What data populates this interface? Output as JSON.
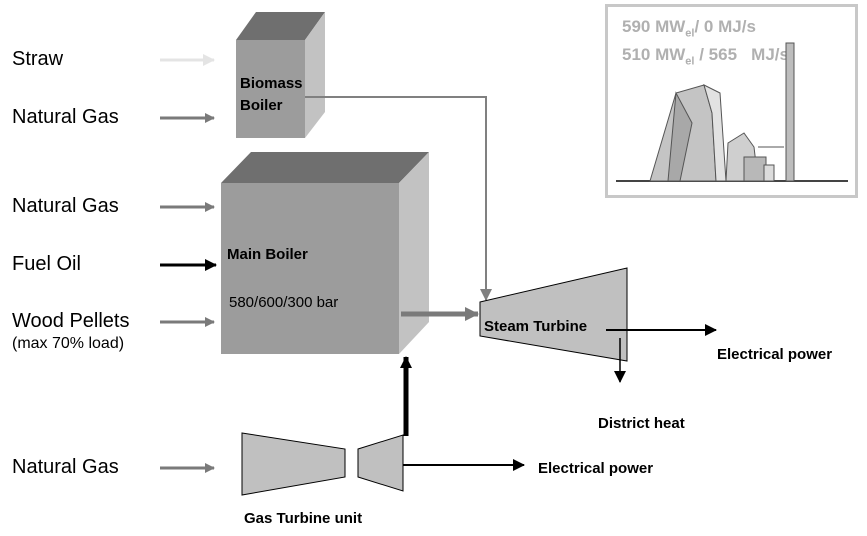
{
  "inputs": {
    "straw": "Straw",
    "natural_gas_biomass": "Natural Gas",
    "natural_gas_main": "Natural Gas",
    "fuel_oil": "Fuel Oil",
    "wood_pellets": "Wood Pellets",
    "wood_pellets_note": "(max 70% load)",
    "natural_gas_gt": "Natural Gas"
  },
  "biomass_boiler": {
    "line1": "Biomass",
    "line2": "Boiler"
  },
  "main_boiler": {
    "title": "Main Boiler",
    "spec": "580/600/300 bar"
  },
  "steam_turbine": {
    "label": "Steam Turbine"
  },
  "gas_turbine": {
    "label": "Gas Turbine unit"
  },
  "outputs": {
    "electrical_power_st": "Electrical power",
    "district_heat": "District heat",
    "electrical_power_gt": "Electrical power"
  },
  "inset": {
    "line1_value": "590 MW",
    "line1_sub": "el",
    "line1_rest": "/ 0 MJ/s",
    "line2_value": "510 MW",
    "line2_sub": "el",
    "line2_rest": " / 565   MJ/s"
  },
  "colors": {
    "box_front": "#9c9c9c",
    "box_top": "#6f6f6f",
    "box_side": "#c2c2c2",
    "arrow_gray": "#7a7a7a",
    "arrow_light": "#e4e4e4",
    "turbine_fill": "#c0c0c0",
    "inset_border": "#c8c8c8",
    "inset_text": "#b0b0b0"
  }
}
